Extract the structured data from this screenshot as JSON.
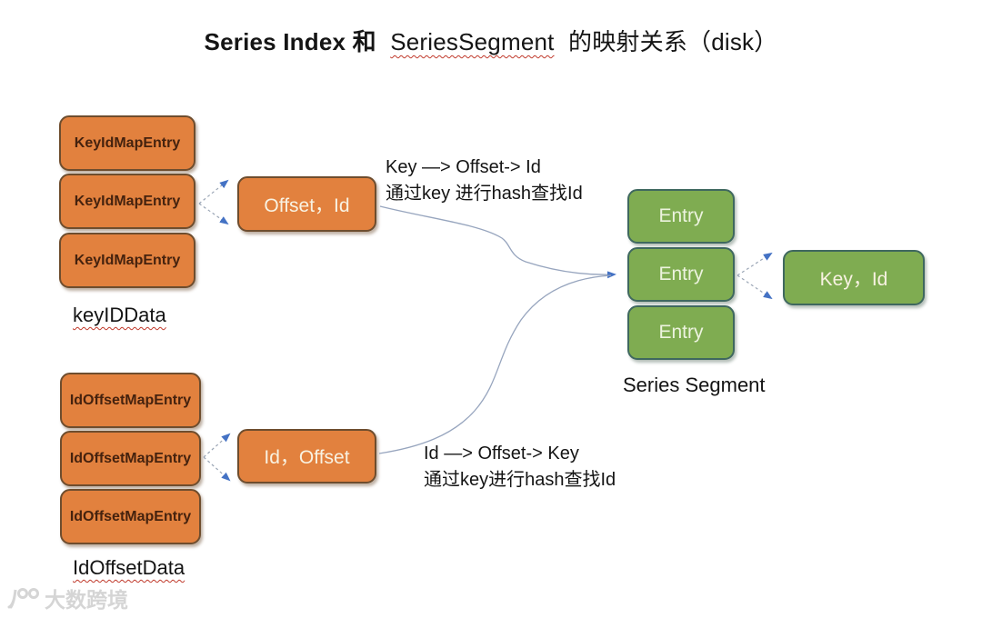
{
  "title": {
    "bold": "Series Index 和",
    "spellcheck_word": "SeriesSegment",
    "rest": "的映射关系（disk）"
  },
  "groups": {
    "key_id": {
      "items": [
        "KeyIdMapEntry",
        "KeyIdMapEntry",
        "KeyIdMapEntry"
      ],
      "label": "keyIDData",
      "pair_box": "Offset，Id"
    },
    "id_offset": {
      "items": [
        "IdOffsetMapEntry",
        "IdOffsetMapEntry",
        "IdOffsetMapEntry"
      ],
      "label": "IdOffsetData",
      "pair_box": "Id，Offset"
    },
    "segment": {
      "items": [
        "Entry",
        "Entry",
        "Entry"
      ],
      "label": "Series Segment",
      "pair_box": "Key，Id"
    }
  },
  "annotations": {
    "top": {
      "line1": "Key —> Offset-> Id",
      "line2": "通过key 进行hash查找Id"
    },
    "bottom": {
      "line1": "Id —> Offset-> Key",
      "line2": "通过key进行hash查找Id"
    }
  },
  "watermark": {
    "text": "大数跨境"
  },
  "colors": {
    "orange_fill": "#E2813E",
    "orange_border": "#6E4D2E",
    "green_fill": "#7FAC51",
    "green_border": "#3F685F",
    "arrowhead_blue": "#4472C4",
    "connector_gray": "#97A5BE",
    "squiggle_red": "#C0392B",
    "watermark_gray": "#D5D5D5"
  }
}
